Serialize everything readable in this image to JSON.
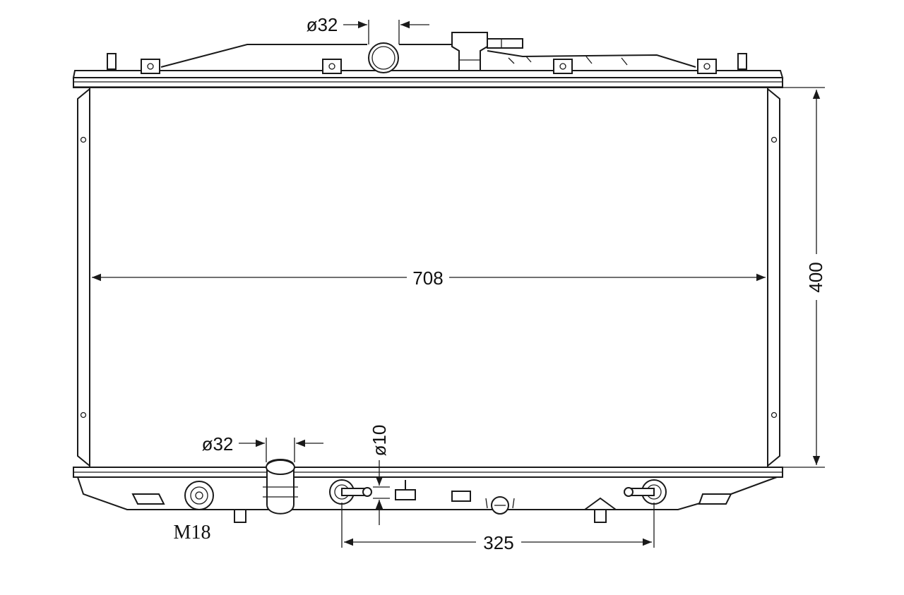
{
  "dimensions": {
    "core_width": "708",
    "core_height": "400",
    "inlet_diameter_top": "ø32",
    "outlet_diameter_bottom": "ø32",
    "drain_diameter": "ø10",
    "mount_spacing": "325",
    "thread": "M18"
  }
}
